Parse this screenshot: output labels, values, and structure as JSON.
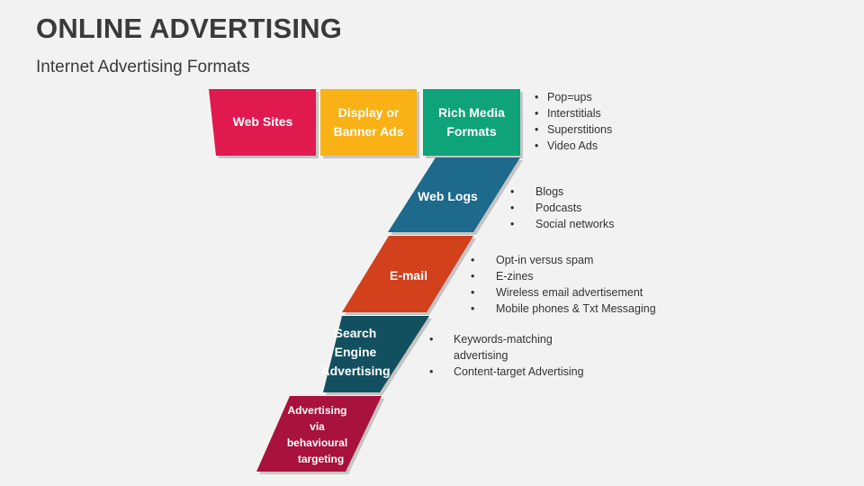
{
  "header": {
    "title": "ONLINE ADVERTISING",
    "subtitle": "Internet Advertising Formats"
  },
  "colors": {
    "web_sites": "#e0194f",
    "display_banner": "#f9b116",
    "rich_media": "#0ea378",
    "web_logs": "#1d6a8c",
    "email": "#d2401c",
    "search_engine": "#12505f",
    "behavioural": "#a8123c"
  },
  "boxes": {
    "web_sites": "Web Sites",
    "display_banner_line1": "Display or",
    "display_banner_line2": "Banner Ads",
    "rich_media_line1": "Rich Media",
    "rich_media_line2": "Formats",
    "web_logs": "Web Logs",
    "email": "E-mail",
    "search_line1": "Search",
    "search_line2": "Engine",
    "search_line3": "Advertising",
    "behav_line1": "Advertising",
    "behav_line2": "via",
    "behav_line3": "behavioural",
    "behav_line4": "targeting"
  },
  "bullets": {
    "rich_media": [
      "Pop=ups",
      "Interstitials",
      "Superstitions",
      "Video Ads"
    ],
    "web_logs": [
      "Blogs",
      "Podcasts",
      "Social networks"
    ],
    "email": [
      "Opt-in versus spam",
      "E-zines",
      "Wireless email advertisement",
      "Mobile phones & Txt Messaging"
    ],
    "search_1a": "Keywords-matching",
    "search_1b": "advertising",
    "search_2": "Content-target Advertising",
    "bullet_char": "•"
  }
}
